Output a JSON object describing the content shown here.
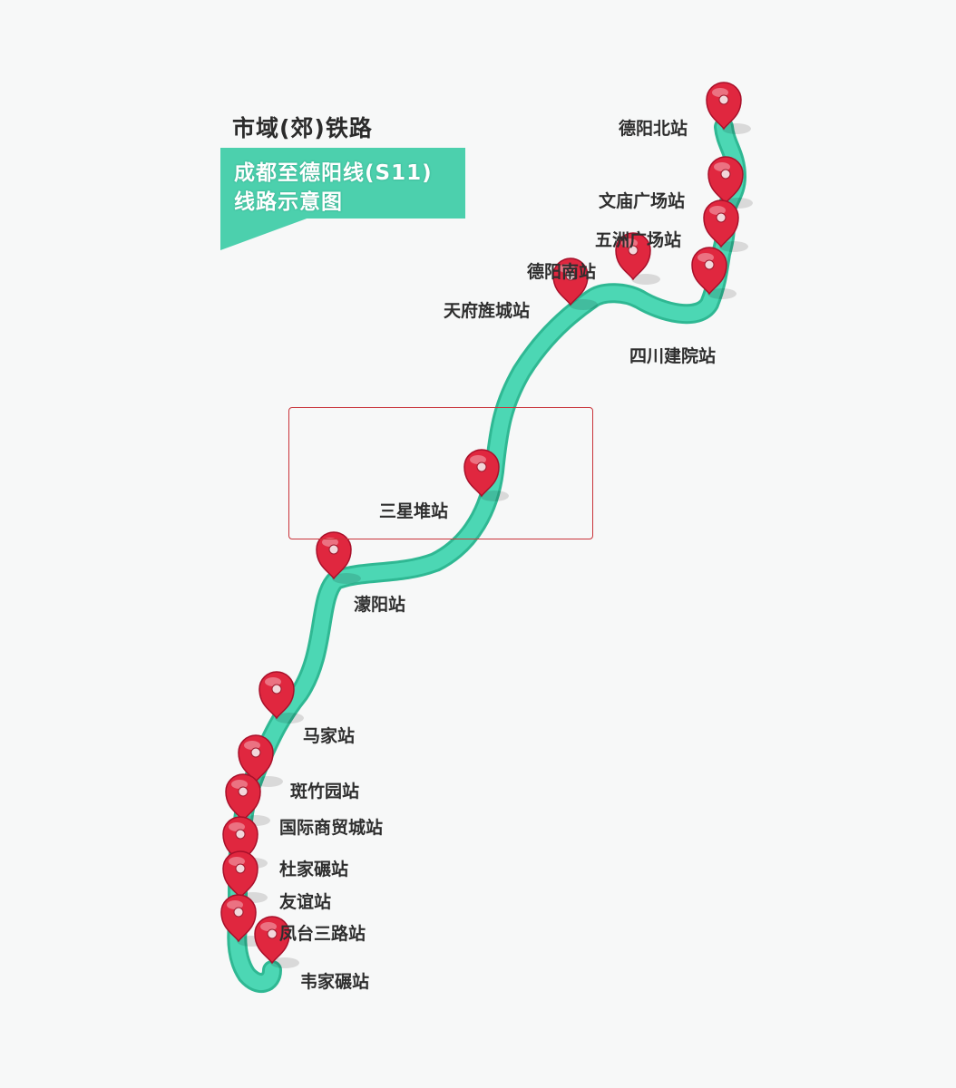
{
  "heading": "市域(郊)铁路",
  "banner": {
    "line1": "成都至德阳线(S11)",
    "line2": "线路示意图"
  },
  "colors": {
    "route": "#4cd7b4",
    "route_edge": "#2fb893",
    "pin": "#e0273f",
    "pin_dark": "#a8102a",
    "banner": "#4cd0ad",
    "highlight_box": "#c9343a"
  },
  "highlighted_station": "三星堆站",
  "stations": [
    {
      "name": "德阳北站"
    },
    {
      "name": "文庙广场站"
    },
    {
      "name": "五洲广场站"
    },
    {
      "name": "四川建院站"
    },
    {
      "name": "德阳南站"
    },
    {
      "name": "天府旌城站"
    },
    {
      "name": "三星堆站"
    },
    {
      "name": "濛阳站"
    },
    {
      "name": "马家站"
    },
    {
      "name": "斑竹园站"
    },
    {
      "name": "国际商贸城站"
    },
    {
      "name": "杜家碾站"
    },
    {
      "name": "友谊站"
    },
    {
      "name": "凤台三路站"
    },
    {
      "name": "韦家碾站"
    }
  ]
}
